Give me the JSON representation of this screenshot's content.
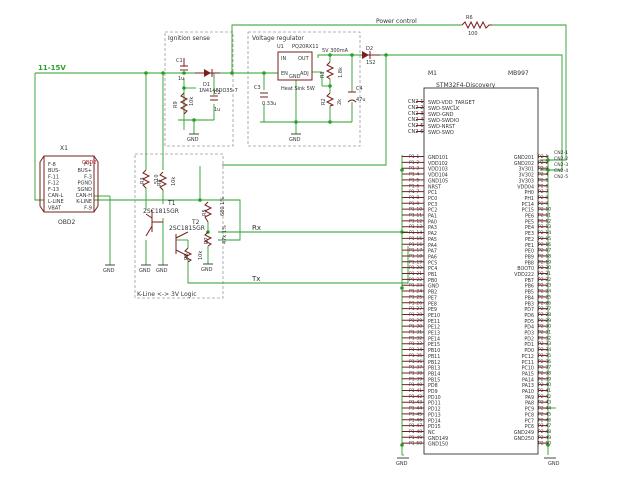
{
  "nets": {
    "power_control": "Power control",
    "v11_15": "11-15V",
    "rx": "Rx",
    "tx": "Tx"
  },
  "boxes": {
    "ignition": "Ignition sense",
    "regulator": "Voltage regulator",
    "kline": "K-Line <-> 3V Logic"
  },
  "parts": {
    "r6": "R6",
    "r6_val": "100",
    "u1": "U1",
    "u1_part": "PQ20RX11",
    "u1_pin_in": "IN",
    "u1_pin_out": "OUT",
    "u1_pin_en": "EN",
    "u1_pin_gnd": "GND",
    "u1_pin_adj": "ADJ",
    "heatsink": "Heat Sink 5W",
    "out_label": "5V 300mA",
    "d2": "D2",
    "d2_val": "1S2",
    "c1": "C1",
    "c1_val": "1u",
    "d1": "D1",
    "d1_val": "1N4148DO35-7",
    "r9": "R9",
    "r9_val": "10k",
    "c2": "C2",
    "c2_val": "1u",
    "c3": "C3",
    "c3_val": "0.33u",
    "r1": "R1",
    "r1_val": "1.8k",
    "r2": "R2",
    "r2_val": "2k",
    "c4": "C4",
    "c4_val": "47u",
    "x1": "X1",
    "obd2_ref": "OBD2",
    "obd2_label": "OBD2",
    "r3": "R3",
    "r3_val": "510",
    "r4": "R4",
    "r4_val": "10k",
    "r5": "R5",
    "r5_val": "680 1%",
    "r7": "R7",
    "r7_val": "47k 1%",
    "r8": "R8",
    "r8_val": "10k",
    "t1": "T1",
    "t1_part": "2SC1815GR",
    "t2": "T2",
    "t2_part": "2SC1815GR",
    "m1": "M1",
    "m1_name": "STM32F4-Discovery",
    "m1_part": "MB997",
    "gnd": "GND"
  },
  "obd2_pins_left": [
    "F-8",
    "BUS-",
    "F-11",
    "F-12",
    "F-13",
    "CAN-L",
    "L-LINE",
    "VBAT"
  ],
  "obd2_pins_right": [
    "F-1",
    "BUS+",
    "F-3",
    "PGND",
    "SGND",
    "CAN-H",
    "K-LINE",
    "F-9"
  ],
  "cn2_left": [
    "CN2-1",
    "CN2-2",
    "CN2-3",
    "CN2-4",
    "CN2-5",
    "CN2-6"
  ],
  "swd_pins": [
    "SWD-VDD_TARGET",
    "SWD-SWCLK",
    "SWD-GND",
    "SWD-SWDIO",
    "SWD-NRST",
    "SWD-SWO"
  ],
  "p1_pins": [
    "P1-1",
    "P1-2",
    "P1-3",
    "P1-4",
    "P1-5",
    "P1-6",
    "P1-7",
    "P1-8",
    "P1-9",
    "P1-10",
    "P1-11",
    "P1-12",
    "P1-13",
    "P1-14",
    "P1-15",
    "P1-16",
    "P1-17",
    "P1-18",
    "P1-19",
    "P1-20",
    "P1-21",
    "P1-22",
    "P1-23",
    "P1-24",
    "P1-25",
    "P1-26",
    "P1-27",
    "P1-28",
    "P1-29",
    "P1-30",
    "P1-31",
    "P1-32",
    "P1-33",
    "P1-34",
    "P1-35",
    "P1-36",
    "P1-37",
    "P1-38",
    "P1-39",
    "P1-40",
    "P1-41",
    "P1-42",
    "P1-43",
    "P1-44",
    "P1-45",
    "P1-46",
    "P1-47",
    "P1-48",
    "P1-49",
    "P1-50"
  ],
  "m1_left_names": [
    "GND101",
    "VDD102",
    "VDD103",
    "VDD104",
    "GND105",
    "NRST",
    "PC1",
    "PC0",
    "PC3",
    "PC2",
    "PA1",
    "PA0",
    "PA3",
    "PA2",
    "PA5",
    "PA4",
    "PA7",
    "PA6",
    "PC5",
    "PC4",
    "PB1",
    "PB0",
    "GND",
    "PB2",
    "PE7",
    "PE8",
    "PE9",
    "PE10",
    "PE11",
    "PE12",
    "PE13",
    "PE14",
    "PE15",
    "PB10",
    "PB11",
    "PB12",
    "PB13",
    "PB14",
    "PB15",
    "PD8",
    "PD9",
    "PD10",
    "PD11",
    "PD12",
    "PD13",
    "PD14",
    "PD15",
    "NC",
    "GND149",
    "GND150"
  ],
  "m1_right_names": [
    "GND201",
    "GND202",
    "3V301",
    "3V302",
    "3V303",
    "VDD04",
    "PH0",
    "PH1",
    "PC14",
    "PC15",
    "PE6",
    "PE5",
    "PE4",
    "PE3",
    "PE2",
    "PE1",
    "PE0",
    "PB9",
    "PB8",
    "BOOT0",
    "VDD222",
    "PB7",
    "PB6",
    "PB5",
    "PB4",
    "PB3",
    "PD7",
    "PD6",
    "PD5",
    "PD4",
    "PD3",
    "PD2",
    "PD1",
    "PD0",
    "PC12",
    "PC11",
    "PC10",
    "PA15",
    "PA14",
    "PA13",
    "PA10",
    "PA9",
    "PA8",
    "PC9",
    "PC8",
    "PC7",
    "PC6",
    "GND249",
    "GND250"
  ],
  "p2_pins": [
    "P2-1",
    "P2-2",
    "P2-3",
    "P2-4",
    "P2-5",
    "P2-6",
    "P2-7",
    "P2-8",
    "P2-9",
    "P2-10",
    "P2-11",
    "P2-12",
    "P2-13",
    "P2-14",
    "P2-15",
    "P2-16",
    "P2-17",
    "P2-18",
    "P2-19",
    "P2-20",
    "P2-21",
    "P2-22",
    "P2-23",
    "P2-24",
    "P2-25",
    "P2-26",
    "P2-27",
    "P2-28",
    "P2-29",
    "P2-30",
    "P2-31",
    "P2-32",
    "P2-33",
    "P2-34",
    "P2-35",
    "P2-36",
    "P2-37",
    "P2-38",
    "P2-39",
    "P2-40",
    "P2-41",
    "P2-42",
    "P2-43",
    "P2-44",
    "P2-45",
    "P2-46",
    "P2-47",
    "P2-48",
    "P2-49",
    "P2-50"
  ],
  "cn2_right": [
    "CN2-1",
    "CN2-2",
    "CN2-3",
    "CN2-4",
    "CN2-5"
  ]
}
